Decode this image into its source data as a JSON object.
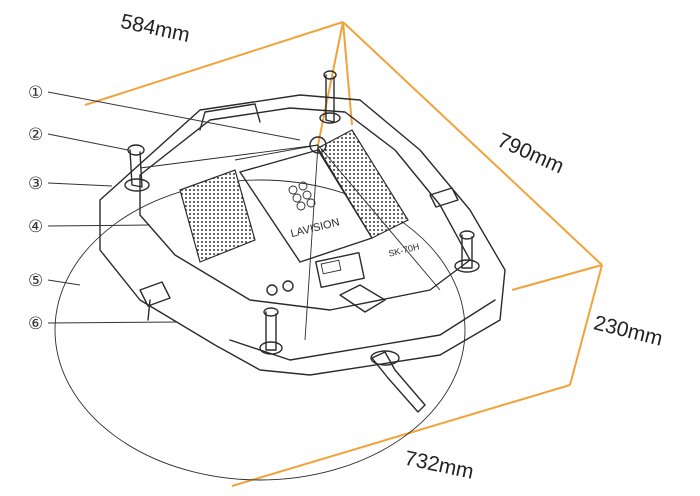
{
  "dimensions": {
    "width": "584mm",
    "depth": "790mm",
    "height": "230mm",
    "diagonal": "732mm"
  },
  "callouts": [
    "①",
    "②",
    "③",
    "④",
    "⑤",
    "⑥"
  ],
  "brand": "LAVISION",
  "model": "SK-70H",
  "colors": {
    "dimension_line": "#F2A23A",
    "ink": "#2B2B2B"
  }
}
